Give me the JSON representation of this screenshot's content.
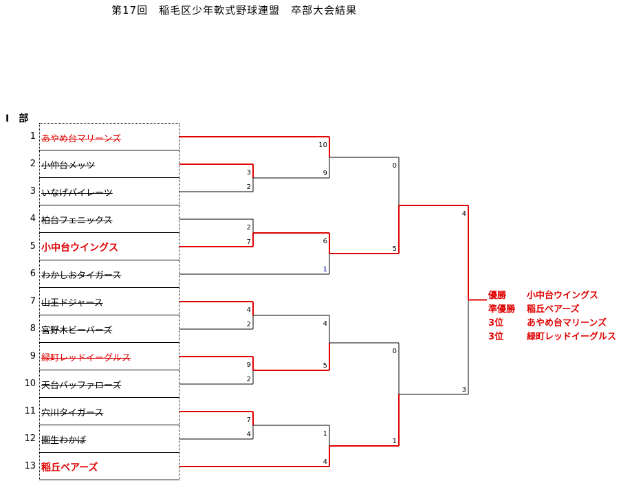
{
  "title": "第17回　稲毛区少年軟式野球連盟　卒部大会結果",
  "division": "Ⅰ　部",
  "teams": [
    {
      "seed": "1",
      "name": "あやめ台マリーンズ",
      "style": "red"
    },
    {
      "seed": "2",
      "name": "小仲台メッツ",
      "style": "strike"
    },
    {
      "seed": "3",
      "name": "いなげパイレーツ",
      "style": "strike"
    },
    {
      "seed": "4",
      "name": "柏台フェニックス",
      "style": "strike"
    },
    {
      "seed": "5",
      "name": "小中台ウイングス",
      "style": "boldred"
    },
    {
      "seed": "6",
      "name": "わかしおタイガース",
      "style": "strike"
    },
    {
      "seed": "7",
      "name": "山王ドジャース",
      "style": "strike"
    },
    {
      "seed": "8",
      "name": "宮野木ビーバーズ",
      "style": "strike"
    },
    {
      "seed": "9",
      "name": "緑町レッドイーグルス",
      "style": "red"
    },
    {
      "seed": "10",
      "name": "天台バッファローズ",
      "style": "strike"
    },
    {
      "seed": "11",
      "name": "穴川タイガース",
      "style": "strike"
    },
    {
      "seed": "12",
      "name": "園生わかば",
      "style": "strike"
    },
    {
      "seed": "13",
      "name": "稲丘ベアーズ",
      "style": "boldred"
    }
  ],
  "scores": {
    "r1_2v3": [
      "3",
      "2"
    ],
    "r1_4v5": [
      "2",
      "7"
    ],
    "r1_7v8": [
      "4",
      "2"
    ],
    "r1_9v10": [
      "9",
      "2"
    ],
    "r1_11v12": [
      "7",
      "4"
    ],
    "r2_1v23": [
      "10",
      "9"
    ],
    "r2_45v6": [
      "6",
      "1"
    ],
    "r2_78v910": [
      "4",
      "5"
    ],
    "r2_1112v13": [
      "1",
      "4"
    ],
    "r3_top": [
      "0",
      "5"
    ],
    "r3_bottom": [
      "0",
      "1"
    ],
    "final": [
      "4",
      "3"
    ]
  },
  "results": [
    {
      "rank": "優勝",
      "team": "小中台ウイングス"
    },
    {
      "rank": "準優勝",
      "team": "稲丘ベアーズ"
    },
    {
      "rank": "3位",
      "team": "あやめ台マリーンズ"
    },
    {
      "rank": "3位",
      "team": "緑町レッドイーグルス"
    }
  ],
  "colors": {
    "winner": "#e00000",
    "line": "#000000",
    "blue_score": "#0000aa"
  }
}
